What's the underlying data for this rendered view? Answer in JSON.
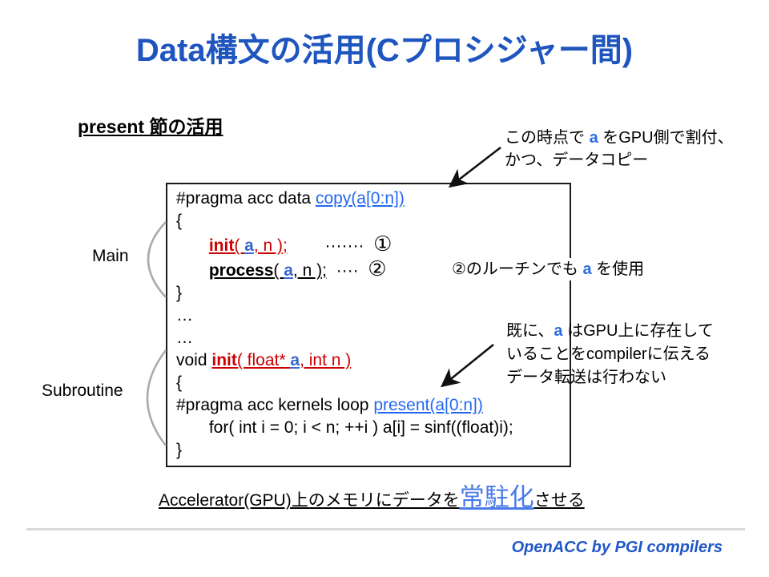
{
  "title": "Data構文の活用(Cプロシジャー間)",
  "subtitle": "present 節の活用",
  "labels": {
    "main": "Main",
    "subroutine": "Subroutine"
  },
  "annotations": {
    "alloc": [
      [
        {
          "t": "この時点で ",
          "c": "plain"
        },
        {
          "t": "a",
          "c": "ablue"
        },
        {
          "t": " をGPU側で割付、",
          "c": "plain"
        }
      ],
      [
        {
          "t": "かつ、データコピー",
          "c": "plain"
        }
      ]
    ],
    "routine": [
      [
        {
          "t": "②のルーチンでも ",
          "c": "plain"
        },
        {
          "t": "a",
          "c": "ablue"
        },
        {
          "t": " を使用",
          "c": "plain"
        }
      ]
    ],
    "present": [
      [
        {
          "t": "既に、",
          "c": "plain"
        },
        {
          "t": "a",
          "c": "ablue"
        },
        {
          "t": " はGPU上に存在して",
          "c": "plain"
        }
      ],
      [
        {
          "t": "いることをcompilerに伝える",
          "c": "plain"
        }
      ],
      [
        {
          "t": "データ転送は行わない",
          "c": "plain"
        }
      ]
    ]
  },
  "code": {
    "lines": [
      [
        {
          "t": "#pragma acc data ",
          "c": "plain"
        },
        {
          "t": "copy(a[0:n])",
          "c": "link"
        }
      ],
      [
        {
          "t": "{",
          "c": "plain"
        }
      ],
      [
        {
          "t": "       ",
          "c": "plain"
        },
        {
          "t": "init",
          "c": "redb"
        },
        {
          "t": "( ",
          "c": "redu"
        },
        {
          "t": "a",
          "c": "bluea"
        },
        {
          "t": ", n );",
          "c": "redu"
        },
        {
          "t": "        ·······  ",
          "c": "plain"
        },
        {
          "t": "①",
          "c": "circ"
        }
      ],
      [
        {
          "t": "       ",
          "c": "plain"
        },
        {
          "t": "process",
          "c": "boldu"
        },
        {
          "t": "( ",
          "c": "blacku"
        },
        {
          "t": "a",
          "c": "bluea"
        },
        {
          "t": ", n );",
          "c": "blacku"
        },
        {
          "t": "  ····  ",
          "c": "plain"
        },
        {
          "t": "②",
          "c": "circ"
        }
      ],
      [
        {
          "t": "}",
          "c": "plain"
        }
      ],
      [
        {
          "t": "…",
          "c": "plain"
        }
      ],
      [
        {
          "t": "…",
          "c": "plain"
        }
      ],
      [
        {
          "t": "void ",
          "c": "plain"
        },
        {
          "t": "init",
          "c": "redb"
        },
        {
          "t": "( float* ",
          "c": "redu"
        },
        {
          "t": "a",
          "c": "bluea"
        },
        {
          "t": ", int n )",
          "c": "redu"
        }
      ],
      [
        {
          "t": "{",
          "c": "plain"
        }
      ],
      [
        {
          "t": "#pragma acc kernels loop ",
          "c": "plain"
        },
        {
          "t": "present(a[0:n])",
          "c": "link"
        }
      ],
      [
        {
          "t": "       for( int i = 0; i < n; ++i ) a[i] = sinf((float)i);",
          "c": "plain"
        }
      ],
      [
        {
          "t": "}",
          "c": "plain"
        }
      ]
    ]
  },
  "bottom_caption": [
    [
      {
        "t": "Accelerator(GPU)上のメモリにデータを",
        "c": "ublack"
      },
      {
        "t": "常駐化",
        "c": "ubig"
      },
      {
        "t": "させる",
        "c": "ublack"
      }
    ]
  ],
  "footer": "OpenACC by PGI compilers",
  "colors": {
    "title_blue": "#1F55BE",
    "link_blue": "#2468F2",
    "var_blue": "#3A66D0",
    "keyword_red": "#CC0000",
    "brace_gray": "#ABABAB",
    "divider_gray": "#D8D8D8"
  }
}
